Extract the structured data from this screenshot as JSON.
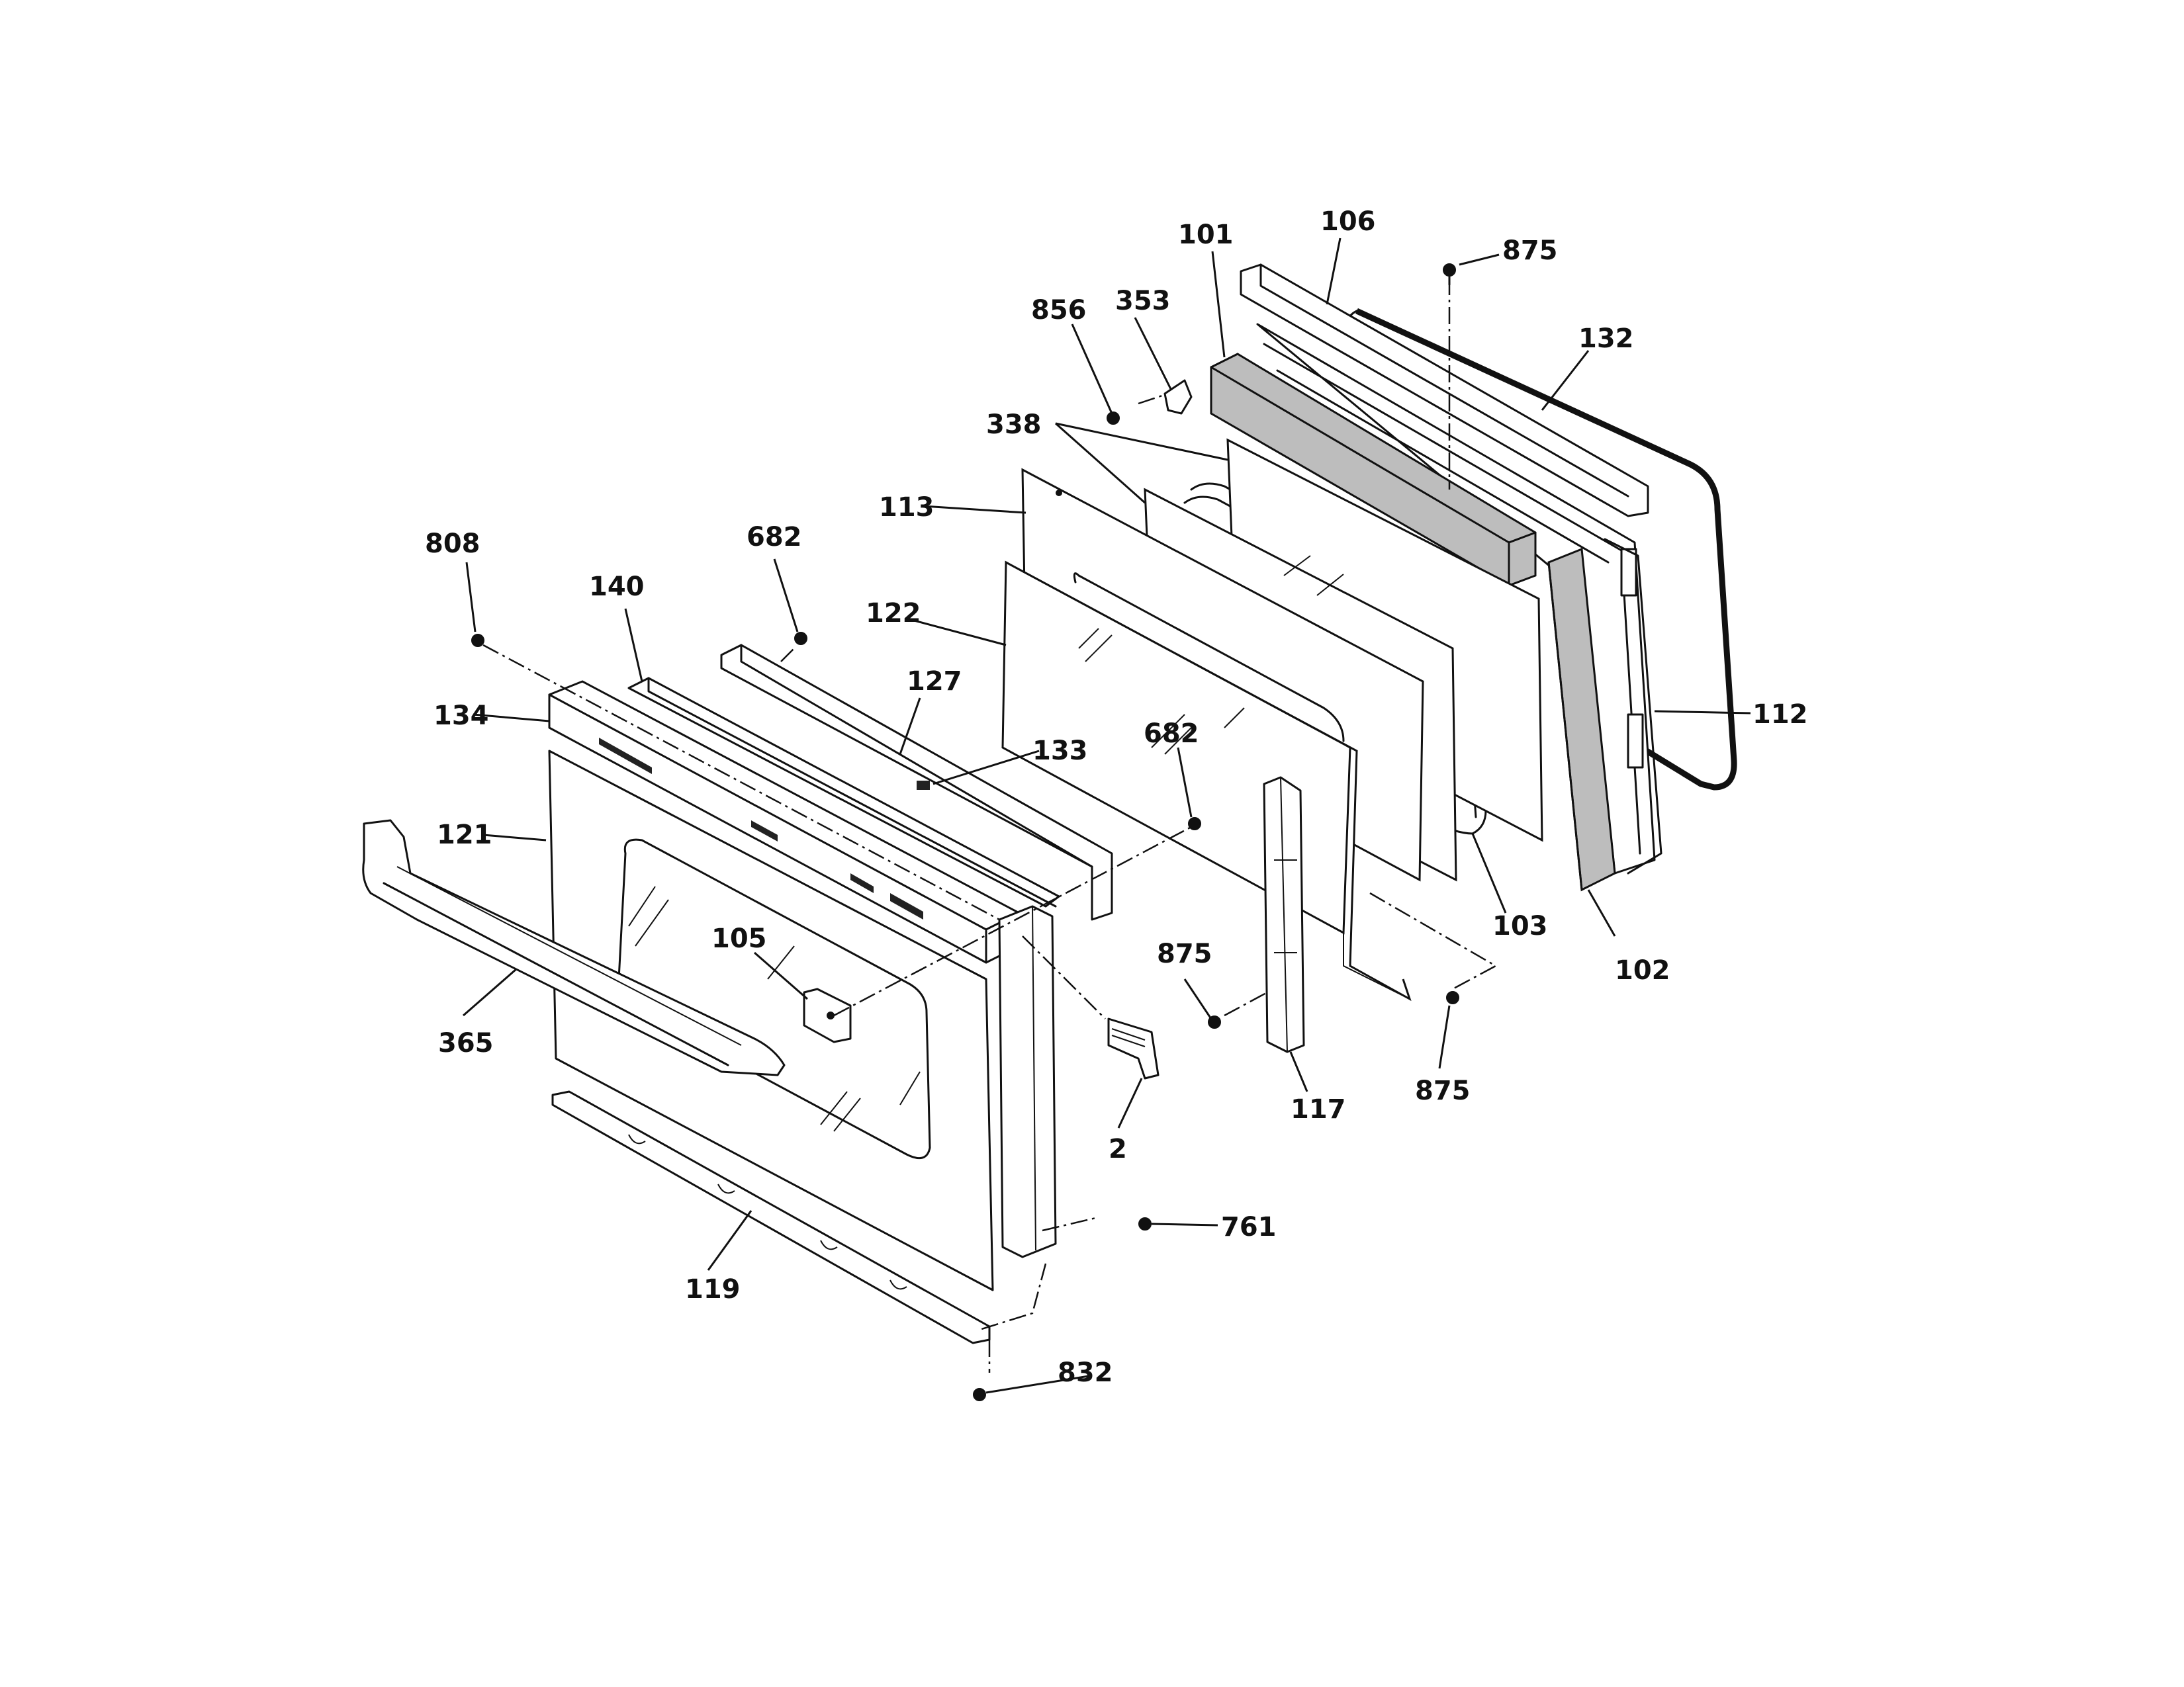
{
  "diagram": {
    "callouts": [
      {
        "id": "101",
        "text": "101"
      },
      {
        "id": "106",
        "text": "106"
      },
      {
        "id": "875a",
        "text": "875"
      },
      {
        "id": "856",
        "text": "856"
      },
      {
        "id": "353",
        "text": "353"
      },
      {
        "id": "132",
        "text": "132"
      },
      {
        "id": "338",
        "text": "338"
      },
      {
        "id": "113",
        "text": "113"
      },
      {
        "id": "808",
        "text": "808"
      },
      {
        "id": "682a",
        "text": "682"
      },
      {
        "id": "140",
        "text": "140"
      },
      {
        "id": "122",
        "text": "122"
      },
      {
        "id": "127",
        "text": "127"
      },
      {
        "id": "134",
        "text": "134"
      },
      {
        "id": "133",
        "text": "133"
      },
      {
        "id": "682b",
        "text": "682"
      },
      {
        "id": "112",
        "text": "112"
      },
      {
        "id": "121",
        "text": "121"
      },
      {
        "id": "105",
        "text": "105"
      },
      {
        "id": "875b",
        "text": "875"
      },
      {
        "id": "103",
        "text": "103"
      },
      {
        "id": "102",
        "text": "102"
      },
      {
        "id": "365",
        "text": "365"
      },
      {
        "id": "2",
        "text": "2"
      },
      {
        "id": "117",
        "text": "117"
      },
      {
        "id": "875c",
        "text": "875"
      },
      {
        "id": "761",
        "text": "761"
      },
      {
        "id": "119",
        "text": "119"
      },
      {
        "id": "832",
        "text": "832"
      }
    ]
  }
}
